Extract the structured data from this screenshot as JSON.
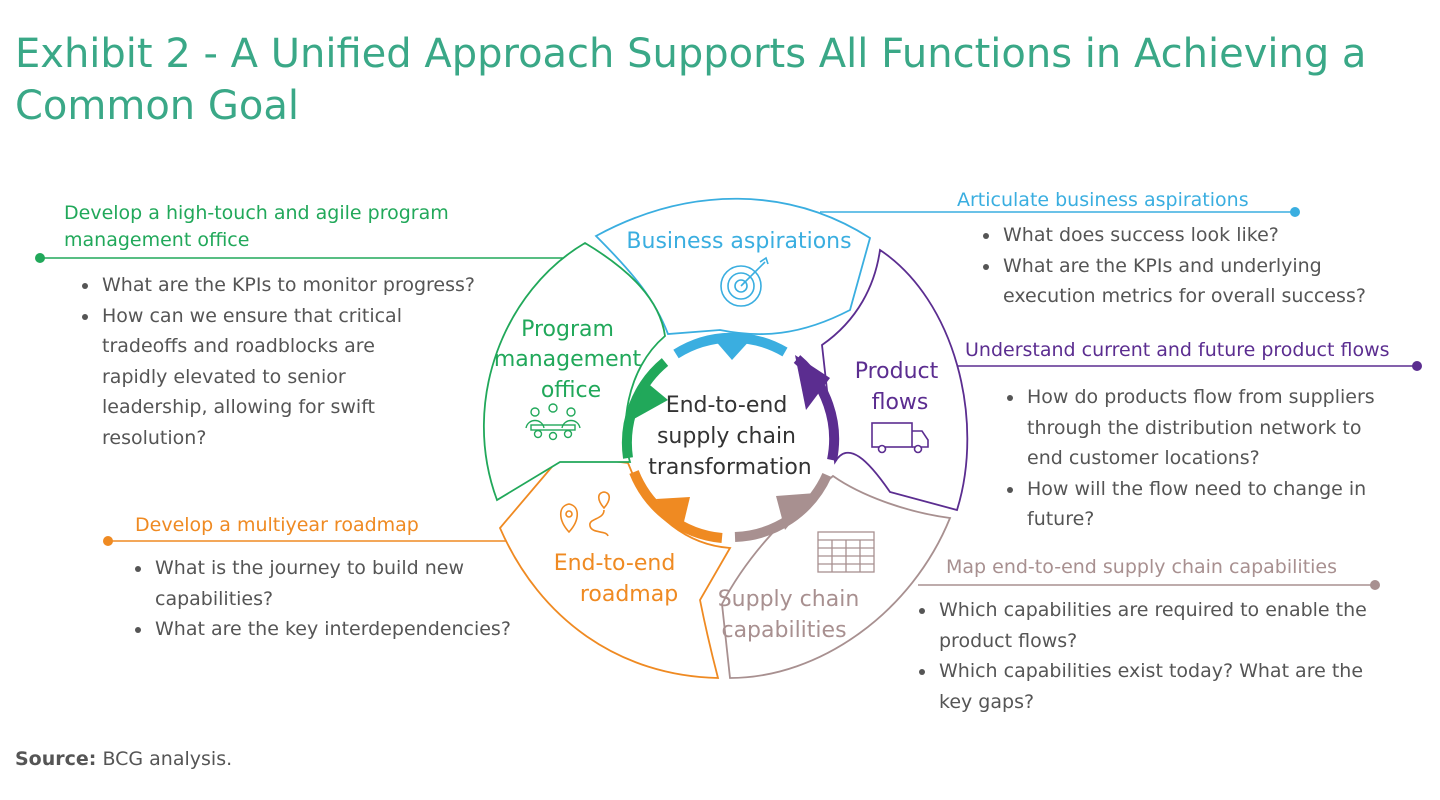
{
  "title": "Exhibit 2 - A Unified Approach Supports All Functions in Achieving a Common Goal",
  "center": {
    "lines": [
      "End-to-end",
      "supply chain",
      "transformation"
    ]
  },
  "colors": {
    "title": "#3aa887",
    "green": "#21a85a",
    "blue": "#3aaee0",
    "purple": "#5b2d90",
    "taupe": "#a89090",
    "orange": "#ef8a22",
    "gray_text": "#555555"
  },
  "segments": {
    "business": {
      "label_lines": [
        "Business aspirations"
      ],
      "icon": "target-icon"
    },
    "product": {
      "label_lines": [
        "Product",
        "flows"
      ],
      "icon": "truck-icon"
    },
    "capabilities": {
      "label_lines": [
        "Supply chain",
        "capabilities"
      ],
      "icon": "table-grid-icon"
    },
    "roadmap": {
      "label_lines": [
        "End-to-end",
        "roadmap"
      ],
      "icon": "route-pins-icon"
    },
    "pmo": {
      "label_lines": [
        "Program",
        "management",
        "office"
      ],
      "icon": "team-meeting-icon"
    }
  },
  "callouts": {
    "pmo": {
      "heading": "Develop a high-touch and agile program management office",
      "bullets": [
        "What are the KPIs to monitor progress?",
        "How can we ensure that critical tradeoffs and roadblocks are rapidly elevated to senior leadership, allowing for swift resolution?"
      ]
    },
    "business": {
      "heading": "Articulate business aspirations",
      "bullets": [
        "What does success look like?",
        "What are the KPIs and underlying execution metrics for overall success?"
      ]
    },
    "product": {
      "heading": "Understand current and future product flows",
      "bullets": [
        "How do products flow from suppliers through the distribution network to end customer locations?",
        "How will the flow need to change in future?"
      ]
    },
    "roadmap": {
      "heading": "Develop a multiyear roadmap",
      "bullets": [
        "What is the journey to build new capabilities?",
        "What are the key interdependencies?"
      ]
    },
    "capabilities": {
      "heading": "Map end-to-end supply chain capabilities",
      "bullets": [
        "Which capabilities are required to enable the product flows?",
        "Which capabilities exist today? What are the key gaps?"
      ]
    }
  },
  "source": {
    "label": "Source:",
    "text": "BCG analysis."
  }
}
